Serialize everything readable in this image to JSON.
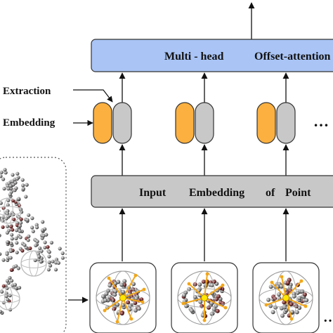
{
  "diagram": {
    "attention_block": {
      "word_1": "Multi - head",
      "word_2": "Offset-attention",
      "color": "#a9c4f5"
    },
    "input_block": {
      "words": [
        "Input",
        "Embedding",
        "of",
        "Point"
      ],
      "color": "#c8c8c8"
    },
    "side_labels": {
      "extraction": "Extraction",
      "embedding": "Embedding"
    },
    "ellipsis_right": "…",
    "ellipsis_bottom": "…",
    "token_colors": {
      "orange": "#fbb040",
      "gray": "#c8c8c8"
    },
    "arrow_color": "#111111"
  }
}
